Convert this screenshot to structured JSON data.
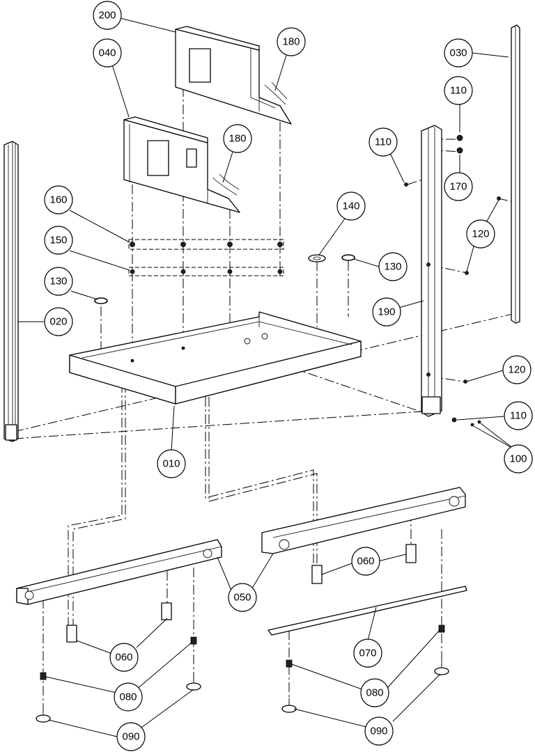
{
  "diagram": {
    "callouts": [
      {
        "id": "c200",
        "label": "200"
      },
      {
        "id": "c040",
        "label": "040"
      },
      {
        "id": "c180a",
        "label": "180"
      },
      {
        "id": "c180b",
        "label": "180"
      },
      {
        "id": "c030",
        "label": "030"
      },
      {
        "id": "c110a",
        "label": "110"
      },
      {
        "id": "c110b",
        "label": "110"
      },
      {
        "id": "c170",
        "label": "170"
      },
      {
        "id": "c160",
        "label": "160"
      },
      {
        "id": "c140",
        "label": "140"
      },
      {
        "id": "c150",
        "label": "150"
      },
      {
        "id": "c120a",
        "label": "120"
      },
      {
        "id": "c130a",
        "label": "130"
      },
      {
        "id": "c130b",
        "label": "130"
      },
      {
        "id": "c190",
        "label": "190"
      },
      {
        "id": "c020",
        "label": "020"
      },
      {
        "id": "c120b",
        "label": "120"
      },
      {
        "id": "c110c",
        "label": "110"
      },
      {
        "id": "c100",
        "label": "100"
      },
      {
        "id": "c010",
        "label": "010"
      },
      {
        "id": "c060a",
        "label": "060"
      },
      {
        "id": "c050",
        "label": "050"
      },
      {
        "id": "c060b",
        "label": "060"
      },
      {
        "id": "c070",
        "label": "070"
      },
      {
        "id": "c080a",
        "label": "080"
      },
      {
        "id": "c080b",
        "label": "080"
      },
      {
        "id": "c090a",
        "label": "090"
      },
      {
        "id": "c090b",
        "label": "090"
      }
    ]
  }
}
